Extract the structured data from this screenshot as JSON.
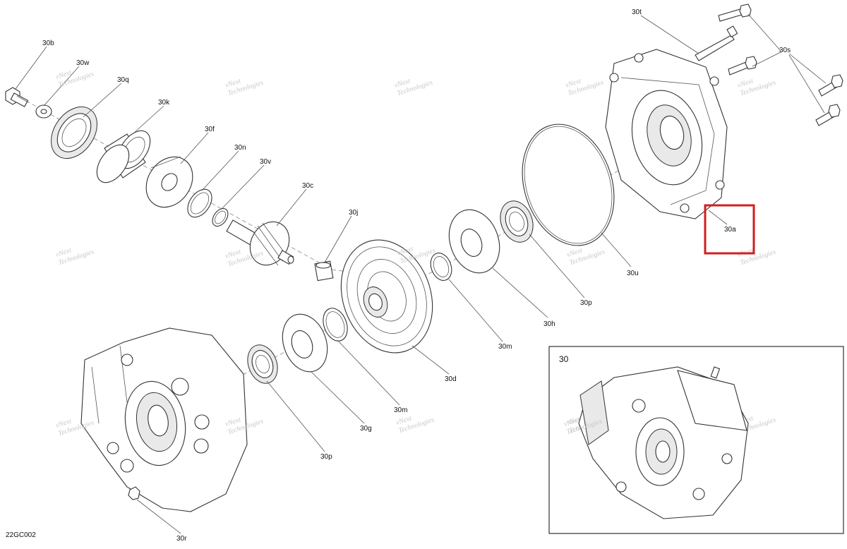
{
  "diagram": {
    "drawing_code": "22GC002",
    "inset_label": "30",
    "highlighted_callout": "30a",
    "watermark": {
      "line1": "vNext",
      "line2": "Technologies"
    },
    "callouts": {
      "c30b": "30b",
      "c30w": "30w",
      "c30q": "30q",
      "c30k": "30k",
      "c30f": "30f",
      "c30n": "30n",
      "c30v": "30v",
      "c30c": "30c",
      "c30j": "30j",
      "c30t": "30t",
      "c30s": "30s",
      "c30a": "30a",
      "c30u": "30u",
      "c30p_top": "30p",
      "c30h": "30h",
      "c30m_top": "30m",
      "c30d": "30d",
      "c30m_bottom": "30m",
      "c30g": "30g",
      "c30p_bottom": "30p",
      "c30r": "30r"
    },
    "colors": {
      "highlight": "#d11f1f",
      "line": "#333333",
      "watermark": "#c8c8c8"
    }
  }
}
